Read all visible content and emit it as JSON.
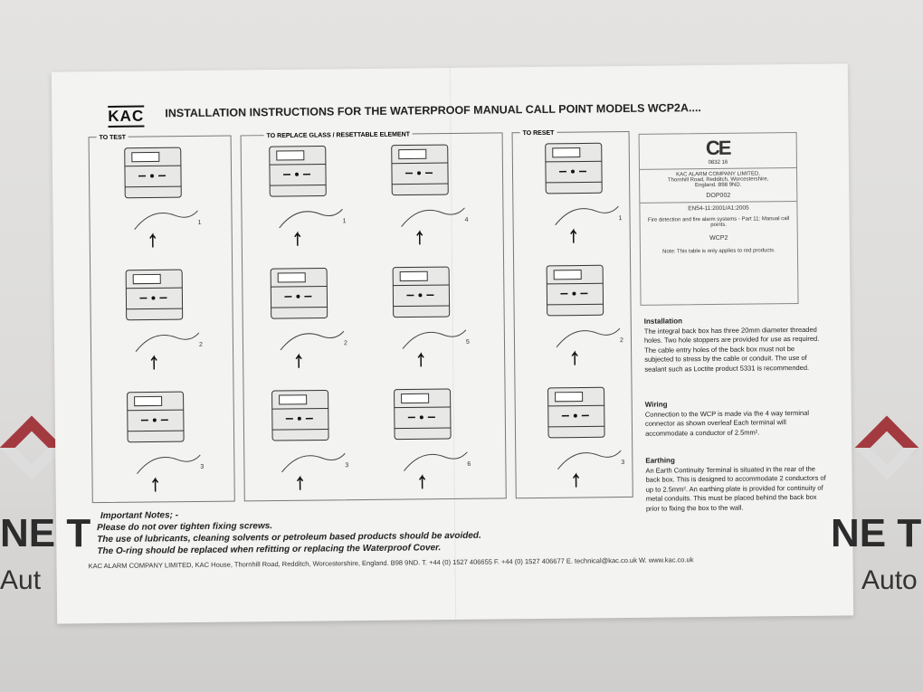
{
  "background": {
    "left_letters": "NE T",
    "left_word": "Aut",
    "right_letters": "NE T",
    "right_word": "Auto"
  },
  "header": {
    "logo": "KAC",
    "title": "INSTALLATION INSTRUCTIONS FOR THE WATERPROOF MANUAL CALL POINT MODELS WCP2A...."
  },
  "panels": [
    {
      "label": "TO TEST",
      "steps": [
        "1",
        "2",
        "3"
      ]
    },
    {
      "label": "TO REPLACE GLASS / RESETTABLE ELEMENT",
      "steps": [
        "1",
        "2",
        "3",
        "4",
        "5",
        "6"
      ]
    },
    {
      "label": "TO RESET",
      "steps": [
        "1",
        "2",
        "3"
      ]
    }
  ],
  "table": {
    "ce_mark": "CE",
    "ce_numbers": "0832   16",
    "company": "KAC ALARM COMPANY LIMITED,",
    "address1": "Thornhill Road, Redditch, Worcestershire,",
    "address2": "England. B98 9ND.",
    "dop": "DOP002",
    "standard": "EN54-11:2001/A1:2005",
    "description": "Fire detection and fire alarm systems - Part 11: Manual call points.",
    "model": "WCP2",
    "note": "Note: This table is only applies to red products."
  },
  "installation": {
    "heading": "Installation",
    "text": "The integral back box has three 20mm diameter threaded holes. Two hole stoppers are provided for use as required.  The cable entry holes of the back box must not be subjected to stress by the cable or conduit. The use of sealant such as Loctite product 5331 is recommended."
  },
  "wiring": {
    "heading": "Wiring",
    "text": "Connection to the WCP is made via the 4 way terminal connector as shown overleaf Each terminal will accommodate a conductor of 2.5mm²."
  },
  "earthing": {
    "heading": "Earthing",
    "text": "An Earth Continuity Terminal is situated in the rear of the back box.  This is designed to accommodate 2 conductors of up to 2.5mm². An earthing plate is provided for continuity of metal conduits.  This must be placed behind the back box prior to fixing the box to the wall."
  },
  "notes": {
    "heading": "Important Notes; -",
    "items": [
      "Please do not over tighten fixing screws.",
      "The use of lubricants, cleaning solvents or petroleum based products should be avoided.",
      "The O-ring should be replaced when refitting or replacing the Waterproof Cover."
    ]
  },
  "footer": "KAC ALARM COMPANY LIMITED, KAC House, Thornhill Road, Redditch, Worcestershire, England. B98 9ND. T. +44 (0) 1527 406655  F. +44 (0) 1527 406677  E. technical@kac.co.uk  W. www.kac.co.uk"
}
